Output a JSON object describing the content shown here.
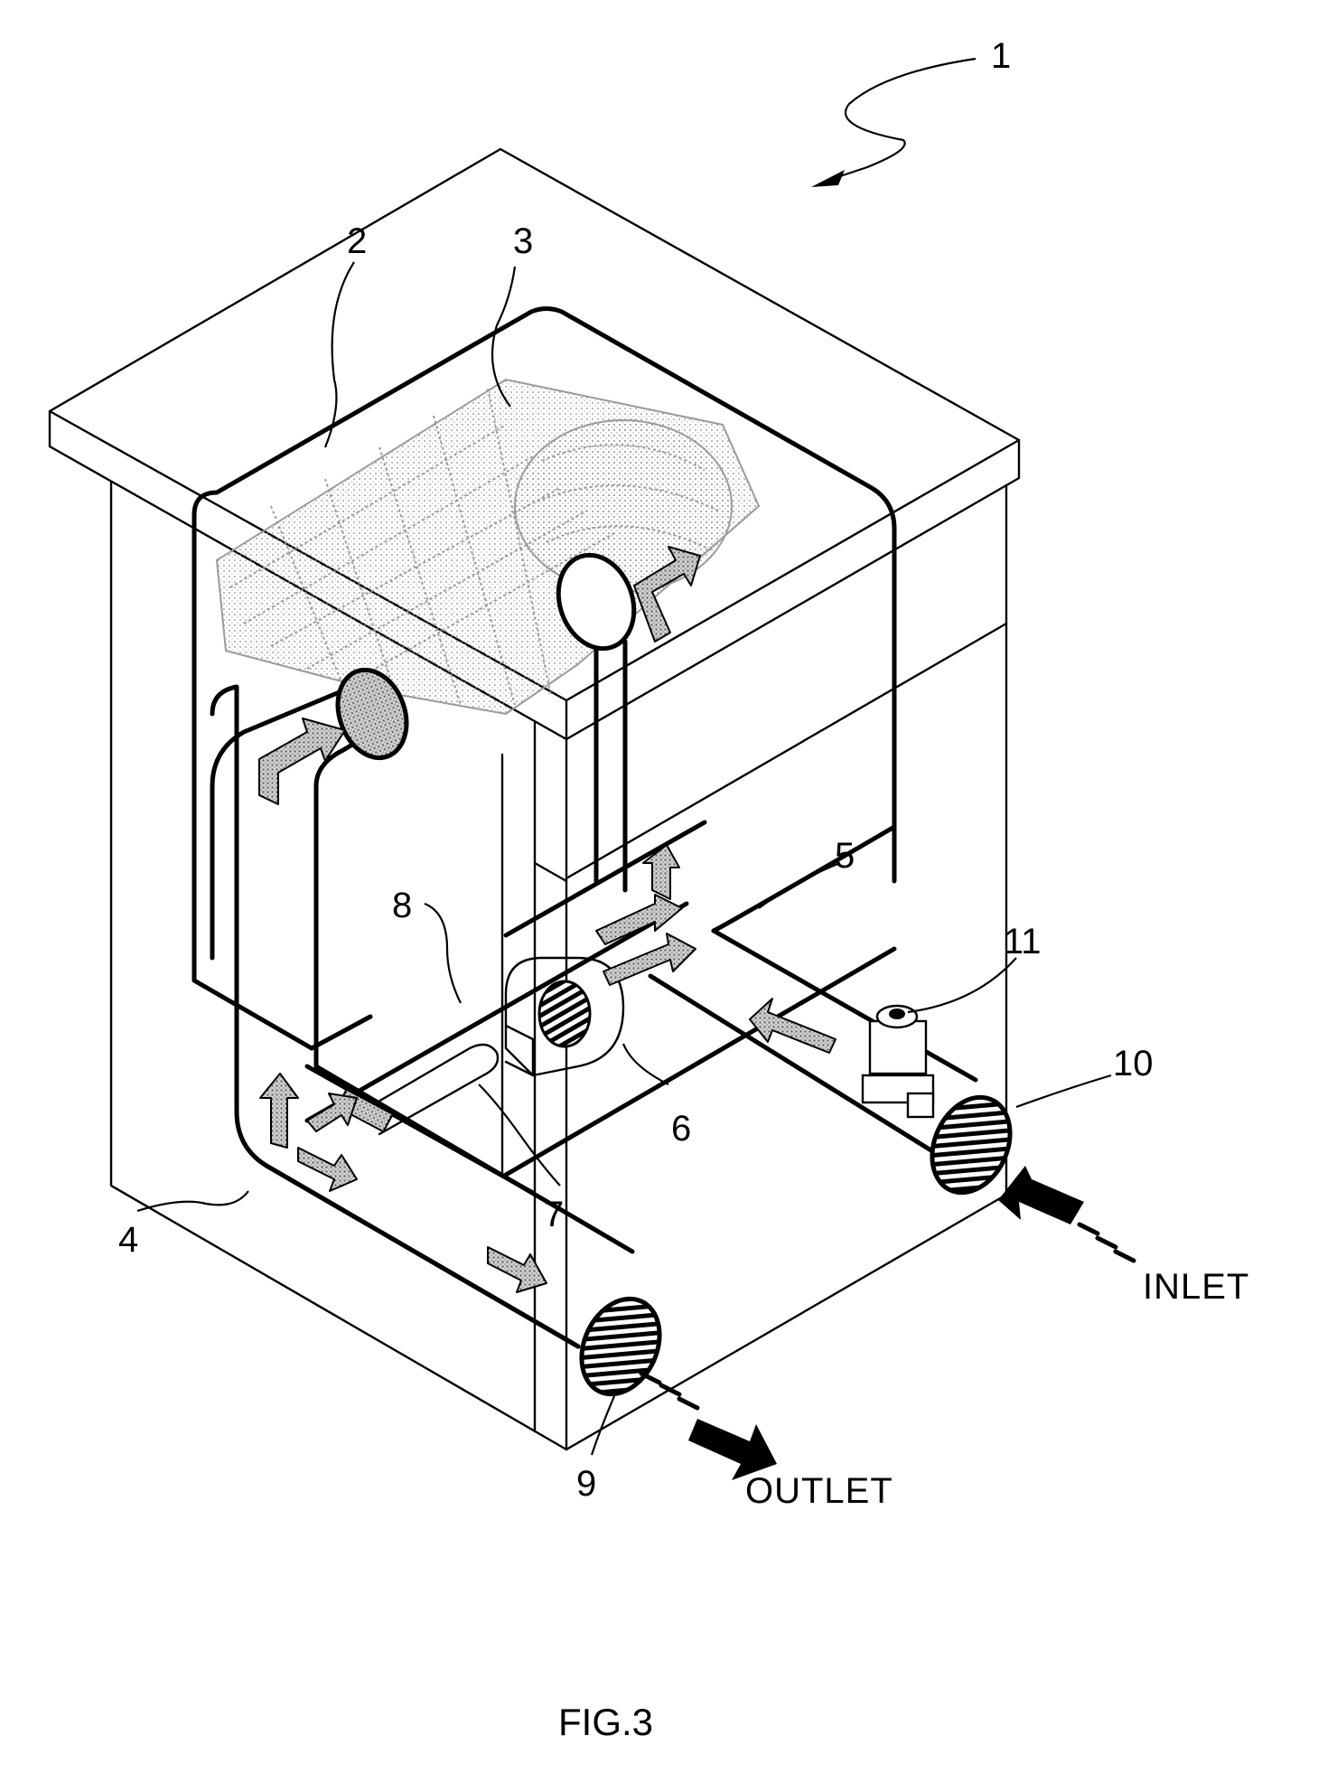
{
  "figure": {
    "caption": "FIG.3",
    "labels": {
      "n1": "1",
      "n2": "2",
      "n3": "3",
      "n4": "4",
      "n5": "5",
      "n6": "6",
      "n7": "7",
      "n8": "8",
      "n9": "9",
      "n10": "10",
      "n11": "11"
    },
    "inlet": "INLET",
    "outlet": "OUTLET",
    "colors": {
      "line": "#000000",
      "background": "#ffffff",
      "shading": "#9a9a9a"
    }
  }
}
